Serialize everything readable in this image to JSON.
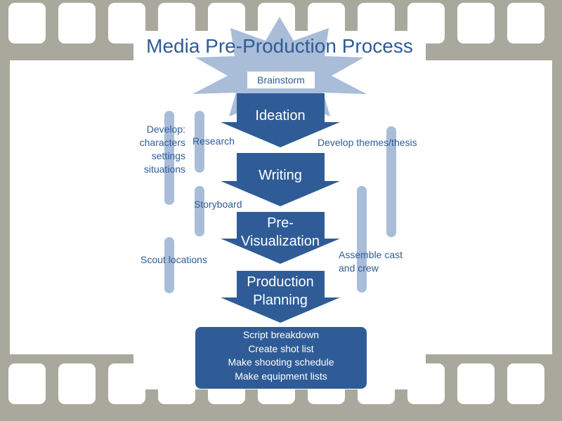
{
  "title": "Media Pre-Production Process",
  "colors": {
    "dark_blue": "#2f5c96",
    "light_blue": "#a9bdd8",
    "film_gray": "#a8a89c"
  },
  "icons": {
    "brainstorm": "burst-star-icon"
  },
  "brainstorm": "Brainstorm",
  "stages": [
    "Ideation",
    "Writing",
    "Pre-\nVisualization",
    "Production\nPlanning"
  ],
  "side_labels": {
    "develop_chars": "Develop:\ncharacters\nsettings\nsituations",
    "research": "Research",
    "storyboard": "Storyboard",
    "scout": "Scout locations",
    "themes": "Develop themes/thesis",
    "cast": "Assemble cast\nand crew"
  },
  "planning_tasks": [
    "Script breakdown",
    "Create shot list",
    "Make shooting schedule",
    "Make equipment lists"
  ]
}
